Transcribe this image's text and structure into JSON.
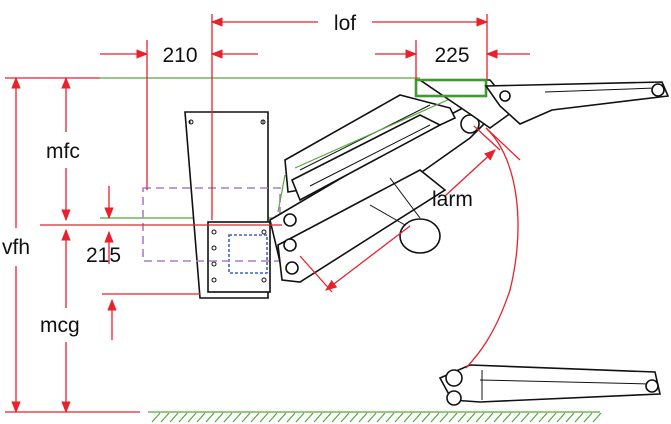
{
  "labels": {
    "lof": "lof",
    "d210": "210",
    "d225": "225",
    "mfc": "mfc",
    "vfh": "vfh",
    "larm": "larm",
    "d215": "215",
    "mcg": "mcg"
  },
  "colors": {
    "dimension": "#e8212a",
    "reference": "#57a63a",
    "attachment": "#3f9a2f",
    "mount_outline": "#a77ec9",
    "plate_outline": "#3d63c7",
    "drawing": "#111111"
  }
}
